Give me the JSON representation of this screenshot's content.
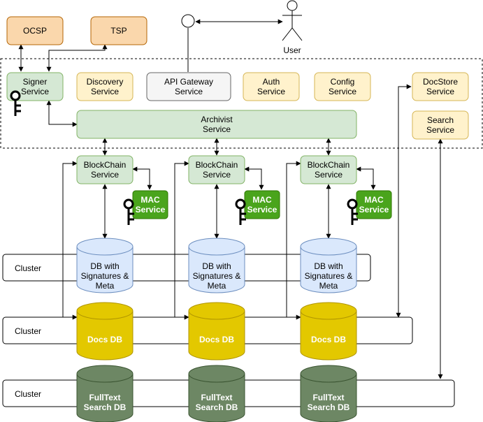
{
  "colors": {
    "orange_fill": "#fad7ac",
    "orange_stroke": "#b46504",
    "yellow_fill": "#fff2cc",
    "yellow_stroke": "#d6b656",
    "green_fill": "#d5e8d4",
    "green_stroke": "#82b366",
    "gray_fill": "#f5f5f5",
    "gray_stroke": "#666666",
    "mac_fill": "#4aa41c",
    "mac_stroke": "#2d7600",
    "blue_fill": "#dae8fc",
    "blue_stroke": "#6c8ebf",
    "docs_fill": "#e3c800",
    "docs_stroke": "#b09500",
    "fulltext_fill": "#6d8764",
    "fulltext_stroke": "#3a5431"
  },
  "external": {
    "ocsp": {
      "label": "OCSP"
    },
    "tsp": {
      "label": "TSP"
    },
    "user": {
      "label": "User"
    }
  },
  "services": {
    "signer": {
      "line1": "Signer",
      "line2": "Service"
    },
    "discovery": {
      "line1": "Discovery",
      "line2": "Service"
    },
    "api_gateway": {
      "line1": "API Gateway",
      "line2": "Service"
    },
    "auth": {
      "line1": "Auth",
      "line2": "Service"
    },
    "config": {
      "line1": "Config",
      "line2": "Service"
    },
    "docstore": {
      "line1": "DocStore",
      "line2": "Service"
    },
    "search": {
      "line1": "Search",
      "line2": "Service"
    },
    "archivist": {
      "line1": "Archivist",
      "line2": "Service"
    }
  },
  "nodes": [
    {
      "blockchain": {
        "line1": "BlockChain",
        "line2": "Service"
      },
      "mac": {
        "line1": "MAC",
        "line2": "Service"
      },
      "db": {
        "line1": "DB with",
        "line2": "Signatures &",
        "line3": "Meta"
      },
      "docs": {
        "label": "Docs DB"
      },
      "fulltext": {
        "line1": "FullText",
        "line2": "Search DB"
      }
    },
    {
      "blockchain": {
        "line1": "BlockChain",
        "line2": "Service"
      },
      "mac": {
        "line1": "MAC",
        "line2": "Service"
      },
      "db": {
        "line1": "DB with",
        "line2": "Signatures &",
        "line3": "Meta"
      },
      "docs": {
        "label": "Docs DB"
      },
      "fulltext": {
        "line1": "FullText",
        "line2": "Search DB"
      }
    },
    {
      "blockchain": {
        "line1": "BlockChain",
        "line2": "Service"
      },
      "mac": {
        "line1": "MAC",
        "line2": "Service"
      },
      "db": {
        "line1": "DB with",
        "line2": "Signatures &",
        "line3": "Meta"
      },
      "docs": {
        "label": "Docs DB"
      },
      "fulltext": {
        "line1": "FullText",
        "line2": "Search DB"
      }
    }
  ],
  "clusters": [
    {
      "label": "Cluster"
    },
    {
      "label": "Cluster"
    },
    {
      "label": "Cluster"
    }
  ]
}
